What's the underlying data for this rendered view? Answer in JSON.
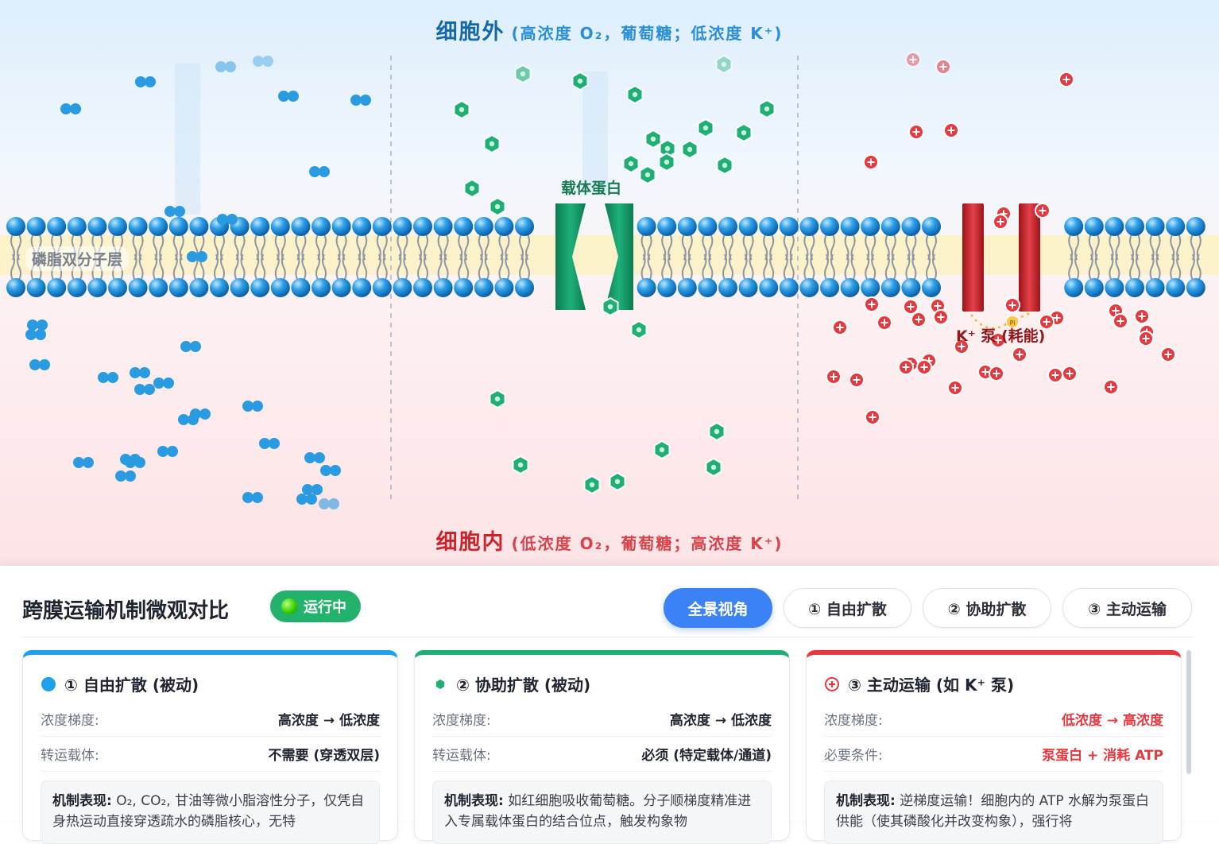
{
  "stage": {
    "outside_title": "细胞外",
    "outside_sub": "(高浓度 O₂，葡萄糖；低浓度 K⁺)",
    "inside_title": "细胞内",
    "inside_sub": "(低浓度 O₂，葡萄糖；高浓度 K⁺)",
    "bilayer_label": "磷脂双分子层",
    "carrier_label": "载体蛋白",
    "pump_label": "K⁺ 泵 (耗能)",
    "pump_pi_label": "Pi"
  },
  "panel": {
    "title": "跨膜运输机制微观对比",
    "status": "运行中",
    "tabs": [
      {
        "label": "全景视角",
        "active": true
      },
      {
        "label": "① 自由扩散",
        "active": false
      },
      {
        "label": "② 协助扩散",
        "active": false
      },
      {
        "label": "③ 主动运输",
        "active": false
      }
    ],
    "cards": [
      {
        "title": "① 自由扩散 (被动)",
        "rows": [
          {
            "key": "浓度梯度:",
            "value": "高浓度 → 低浓度"
          },
          {
            "key": "转运载体:",
            "value": "不需要 (穿透双层)"
          }
        ],
        "mech_label": "机制表现:",
        "mech_text": "O₂, CO₂, 甘油等微小脂溶性分子，仅凭自身热运动直接穿透疏水的磷脂核心，无特"
      },
      {
        "title": "② 协助扩散 (被动)",
        "rows": [
          {
            "key": "浓度梯度:",
            "value": "高浓度 → 低浓度"
          },
          {
            "key": "转运载体:",
            "value": "必须 (特定载体/通道)"
          }
        ],
        "mech_label": "机制表现:",
        "mech_text": "如红细胞吸收葡萄糖。分子顺梯度精准进入专属载体蛋白的结合位点，触发构象物"
      },
      {
        "title": "③ 主动运输 (如 K⁺ 泵)",
        "rows": [
          {
            "key": "浓度梯度:",
            "value": "低浓度 → 高浓度"
          },
          {
            "key": "必要条件:",
            "value": "泵蛋白 + 消耗 ATP"
          }
        ],
        "mech_label": "机制表现:",
        "mech_text": "逆梯度运输！细胞内的 ATP 水解为泵蛋白供能（使其磷酸化并改变构象），强行将"
      }
    ]
  },
  "colors": {
    "o2": "#2a9be0",
    "glucose": "#1fae73",
    "potassium": "#e5393f",
    "carrier": "#129462",
    "pump": "#c8252c",
    "accent": "#3b82f6",
    "status": "#23b26b"
  },
  "icons": {
    "o2": "blue-circle-icon",
    "glucose": "green-hexagon-icon",
    "potassium": "red-plus-circle-icon"
  }
}
